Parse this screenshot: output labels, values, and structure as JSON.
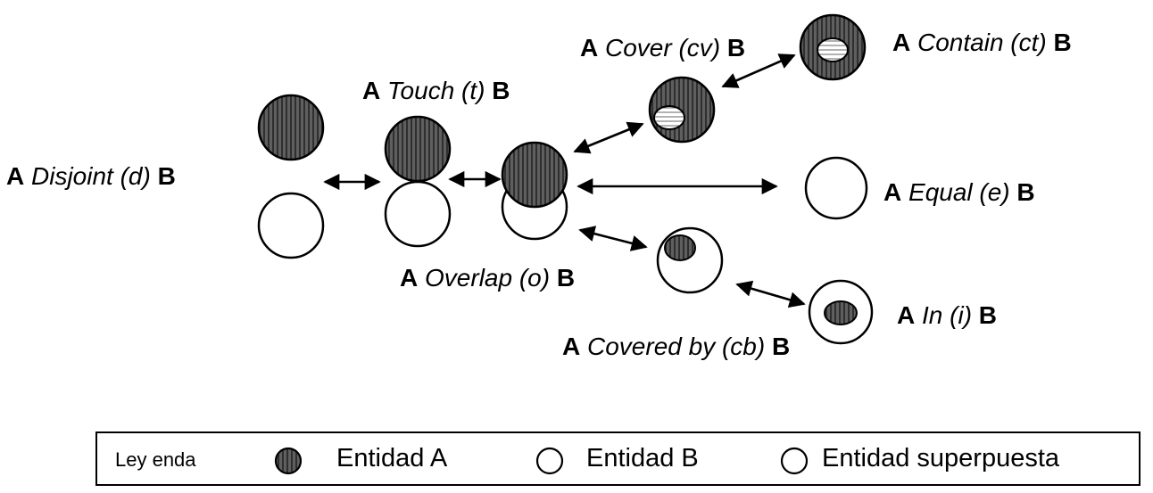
{
  "relations": {
    "disjoint": {
      "a": "A",
      "rel": "Disjoint (d)",
      "b": "B"
    },
    "touch": {
      "a": "A",
      "rel": "Touch (t)",
      "b": "B"
    },
    "overlap": {
      "a": "A",
      "rel": "Overlap (o)",
      "b": "B"
    },
    "cover": {
      "a": "A",
      "rel": "Cover (cv)",
      "b": "B"
    },
    "contain": {
      "a": "A",
      "rel": "Contain (ct)",
      "b": "B"
    },
    "equal": {
      "a": "A",
      "rel": "Equal (e)",
      "b": "B"
    },
    "covered_by": {
      "a": "A",
      "rel": "Covered by (cb)",
      "b": "B"
    },
    "in": {
      "a": "A",
      "rel": "In (i)",
      "b": "B"
    }
  },
  "legend": {
    "title": "Ley enda",
    "entity_a": "Entidad A",
    "entity_b": "Entidad B",
    "entity_overlap": "Entidad superpuesta"
  },
  "colors": {
    "entity_a_fill": "#5f5f5f",
    "entity_b_fill": "#ffffff",
    "stroke": "#000000"
  }
}
